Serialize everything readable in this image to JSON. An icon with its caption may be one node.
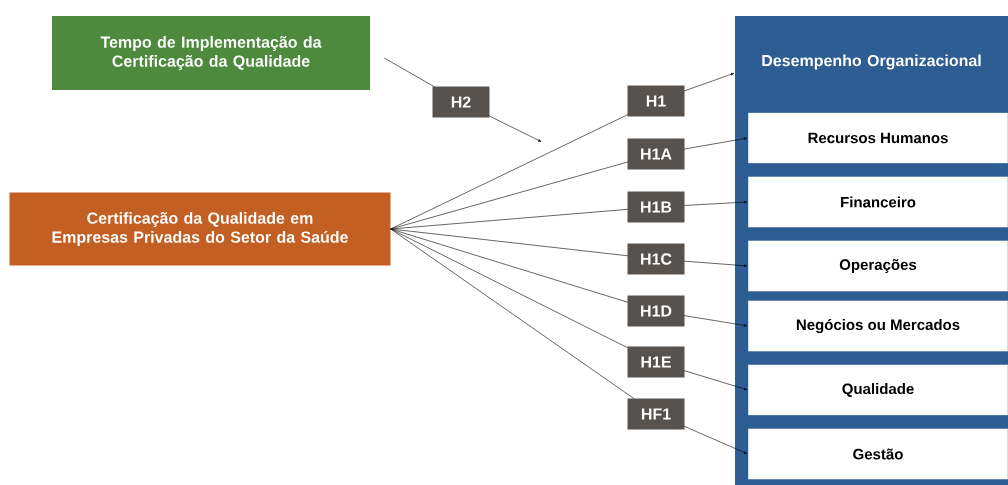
{
  "diagram": {
    "nodes": [
      {
        "text": [
          "Tempo de Implementação da Certificação da Qualidade"
        ]
      },
      {
        "text": [
          "Certificação da Qualidade em Empresas Privadas do Setor da Saúde"
        ]
      },
      {
        "text": [
          "Desempenho Organizacional"
        ]
      },
      {
        "text": [
          "Recursos Humanos"
        ],
        "in": 2
      },
      {
        "text": [
          "Financeiro"
        ],
        "in": 2
      },
      {
        "text": [
          "Operações"
        ],
        "in": 2
      },
      {
        "text": [
          "Negócios ou Mercados"
        ],
        "in": 2
      },
      {
        "text": [
          "Qualidade"
        ],
        "in": 2
      },
      {
        "text": [
          "Gestão"
        ],
        "in": 2
      }
    ],
    "edges": [
      {
        "from": 0,
        "to": null,
        "arrow": "to",
        "label": "H2"
      },
      {
        "from": 1,
        "to": 2,
        "arrow": "to",
        "label": "H1"
      },
      {
        "from": 1,
        "to": 3,
        "arrow": "to",
        "label": "H1A"
      },
      {
        "from": 1,
        "to": 4,
        "arrow": "to",
        "label": "H1B"
      },
      {
        "from": 1,
        "to": 5,
        "arrow": "to",
        "label": "H1C"
      },
      {
        "from": 1,
        "to": 6,
        "arrow": "to",
        "label": "H1D"
      },
      {
        "from": 1,
        "to": 7,
        "arrow": "to",
        "label": "H1E"
      },
      {
        "from": 1,
        "to": 8,
        "arrow": "to",
        "label": "HF1"
      }
    ]
  }
}
